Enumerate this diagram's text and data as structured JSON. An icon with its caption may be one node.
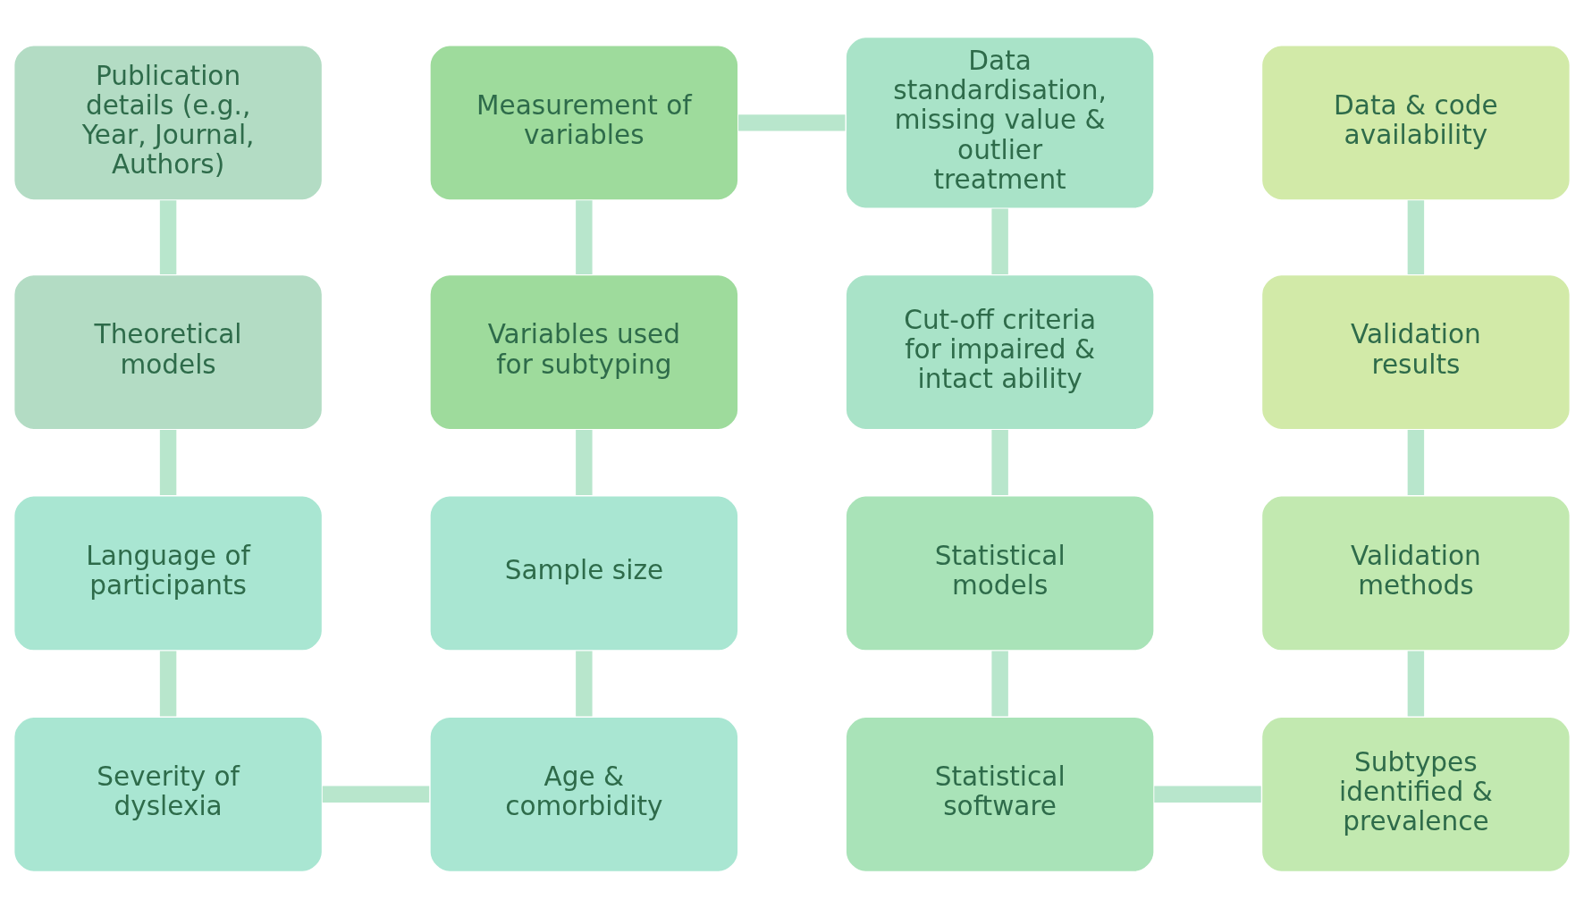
{
  "diagram": {
    "nodes": [
      {
        "text": [
          "Publication details (e.g., Year, Journal, Authors)"
        ]
      },
      {
        "text": [
          "Measurement of variables"
        ]
      },
      {
        "text": [
          "Data standardisation, missing value & outlier treatment"
        ]
      },
      {
        "text": [
          "Data & code availability"
        ]
      },
      {
        "text": [
          "Theoretical models"
        ]
      },
      {
        "text": [
          "Variables used for subtyping"
        ]
      },
      {
        "text": [
          "Cut-off criteria for impaired & intact ability"
        ]
      },
      {
        "text": [
          "Validation results"
        ]
      },
      {
        "text": [
          "Language of participants"
        ]
      },
      {
        "text": [
          "Sample size"
        ]
      },
      {
        "text": [
          "Statistical models"
        ]
      },
      {
        "text": [
          "Validation methods"
        ]
      },
      {
        "text": [
          "Severity of dyslexia"
        ]
      },
      {
        "text": [
          "Age & comorbidity"
        ]
      },
      {
        "text": [
          "Statistical software"
        ]
      },
      {
        "text": [
          "Subtypes identified & prevalence"
        ]
      }
    ],
    "edges": [
      {
        "from": 0,
        "to": 4,
        "arrow": "none"
      },
      {
        "from": 4,
        "to": 8,
        "arrow": "none"
      },
      {
        "from": 8,
        "to": 12,
        "arrow": "none"
      },
      {
        "from": 12,
        "to": 13,
        "arrow": "none"
      },
      {
        "from": 13,
        "to": 9,
        "arrow": "none"
      },
      {
        "from": 9,
        "to": 5,
        "arrow": "none"
      },
      {
        "from": 5,
        "to": 1,
        "arrow": "none"
      },
      {
        "from": 1,
        "to": 2,
        "arrow": "none"
      },
      {
        "from": 2,
        "to": 6,
        "arrow": "none"
      },
      {
        "from": 6,
        "to": 10,
        "arrow": "none"
      },
      {
        "from": 10,
        "to": 14,
        "arrow": "none"
      },
      {
        "from": 14,
        "to": 15,
        "arrow": "none"
      },
      {
        "from": 15,
        "to": 11,
        "arrow": "none"
      },
      {
        "from": 11,
        "to": 7,
        "arrow": "none"
      },
      {
        "from": 7,
        "to": 3,
        "arrow": "none"
      }
    ]
  }
}
